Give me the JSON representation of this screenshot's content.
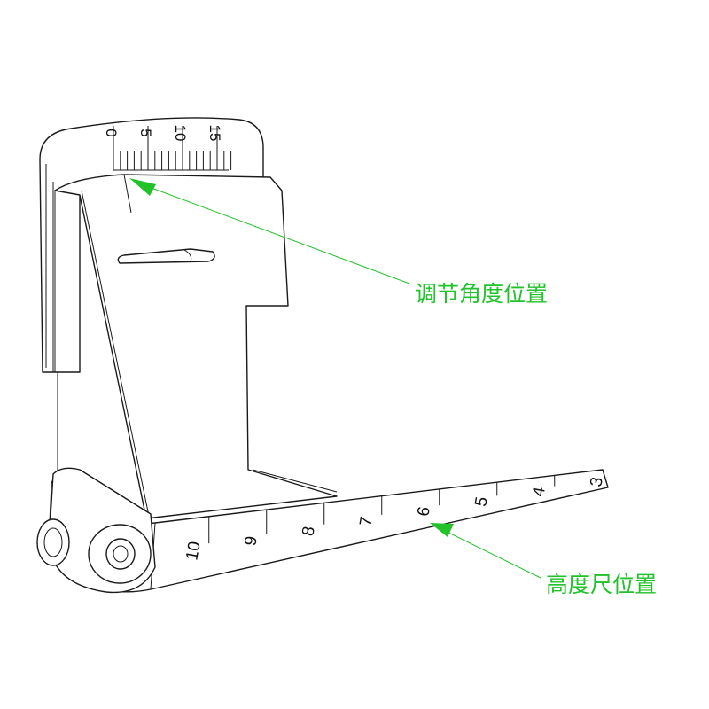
{
  "callouts": {
    "angle_position": "调节角度位置",
    "height_position": "高度尺位置"
  },
  "angle_scale": {
    "labels": [
      "0",
      "5",
      "10",
      "15"
    ]
  },
  "height_ruler": {
    "labels": [
      "10",
      "9",
      "8",
      "7",
      "6",
      "5",
      "4",
      "3"
    ]
  },
  "colors": {
    "callout": "#22c22a",
    "outline": "#1a1a1a"
  }
}
